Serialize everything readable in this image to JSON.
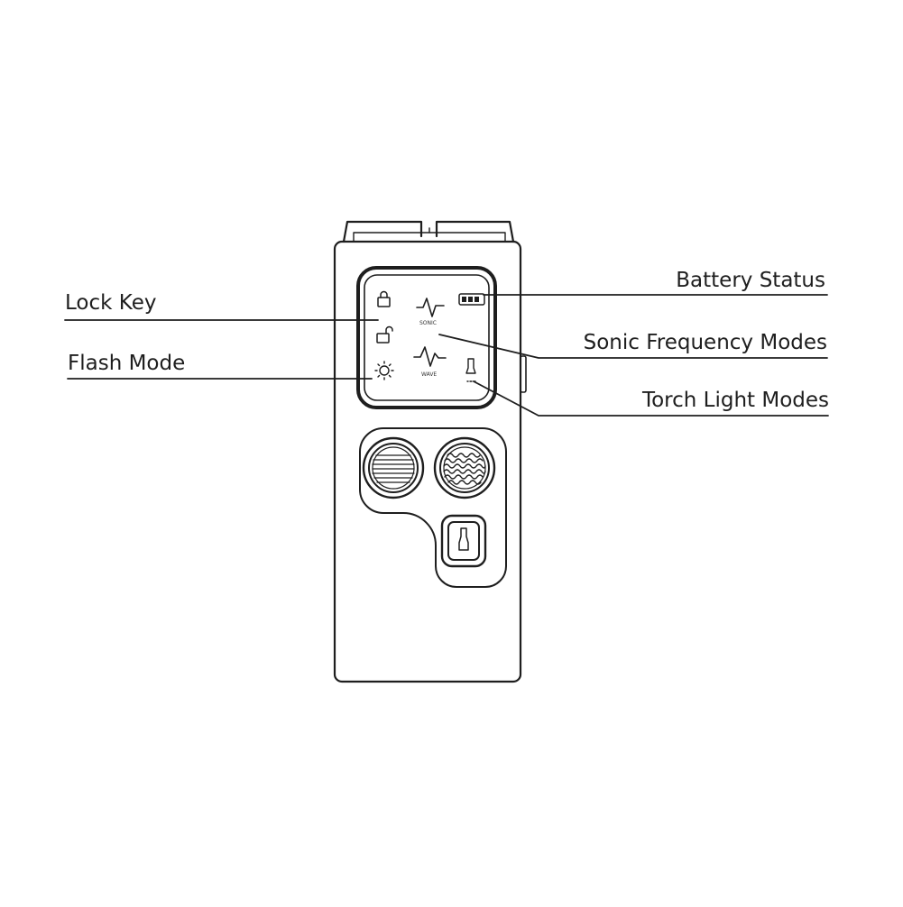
{
  "diagram": {
    "device": "handheld sonic device",
    "callouts": {
      "lock_key": "Lock Key",
      "flash_mode": "Flash Mode",
      "battery_status": "Battery Status",
      "sonic_modes": "Sonic Frequency Modes",
      "torch_modes": "Torch Light Modes"
    },
    "screen_text": {
      "sonic": "SONIC",
      "wave": "WAVE"
    },
    "icons": {
      "lock": "lock-icon",
      "unlock": "unlock-icon",
      "flash": "sun-icon",
      "sonic": "sonic-wave-icon",
      "wave": "wave-icon",
      "battery": "battery-icon",
      "torch": "torch-icon"
    },
    "colors": {
      "ink": "#1e1e1e",
      "background": "#ffffff"
    }
  }
}
